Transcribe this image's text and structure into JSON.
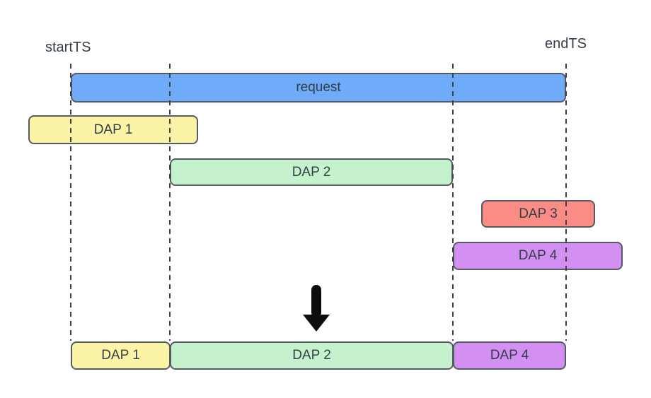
{
  "diagram": {
    "timeline_labels": {
      "start": "startTS",
      "end": "endTS"
    },
    "bars": {
      "request": {
        "label": "request",
        "fill": "#6FABF8"
      },
      "dap1": {
        "label": "DAP 1",
        "fill": "#FBF3A6"
      },
      "dap2": {
        "label": "DAP 2",
        "fill": "#C5F2CD"
      },
      "dap3": {
        "label": "DAP 3",
        "fill": "#FB8C85"
      },
      "dap4": {
        "label": "DAP 4",
        "fill": "#D48FF3"
      }
    },
    "result_row": [
      {
        "label": "DAP 1",
        "fill": "#FBF3A6"
      },
      {
        "label": "DAP 2",
        "fill": "#C5F2CD"
      },
      {
        "label": "DAP 4",
        "fill": "#D48FF3"
      }
    ],
    "colors": {
      "bar_border": "#545b63",
      "text": "#333e48",
      "dashed_line": "#404040",
      "arrow": "#0d0d0d",
      "background": "#ffffff"
    }
  }
}
